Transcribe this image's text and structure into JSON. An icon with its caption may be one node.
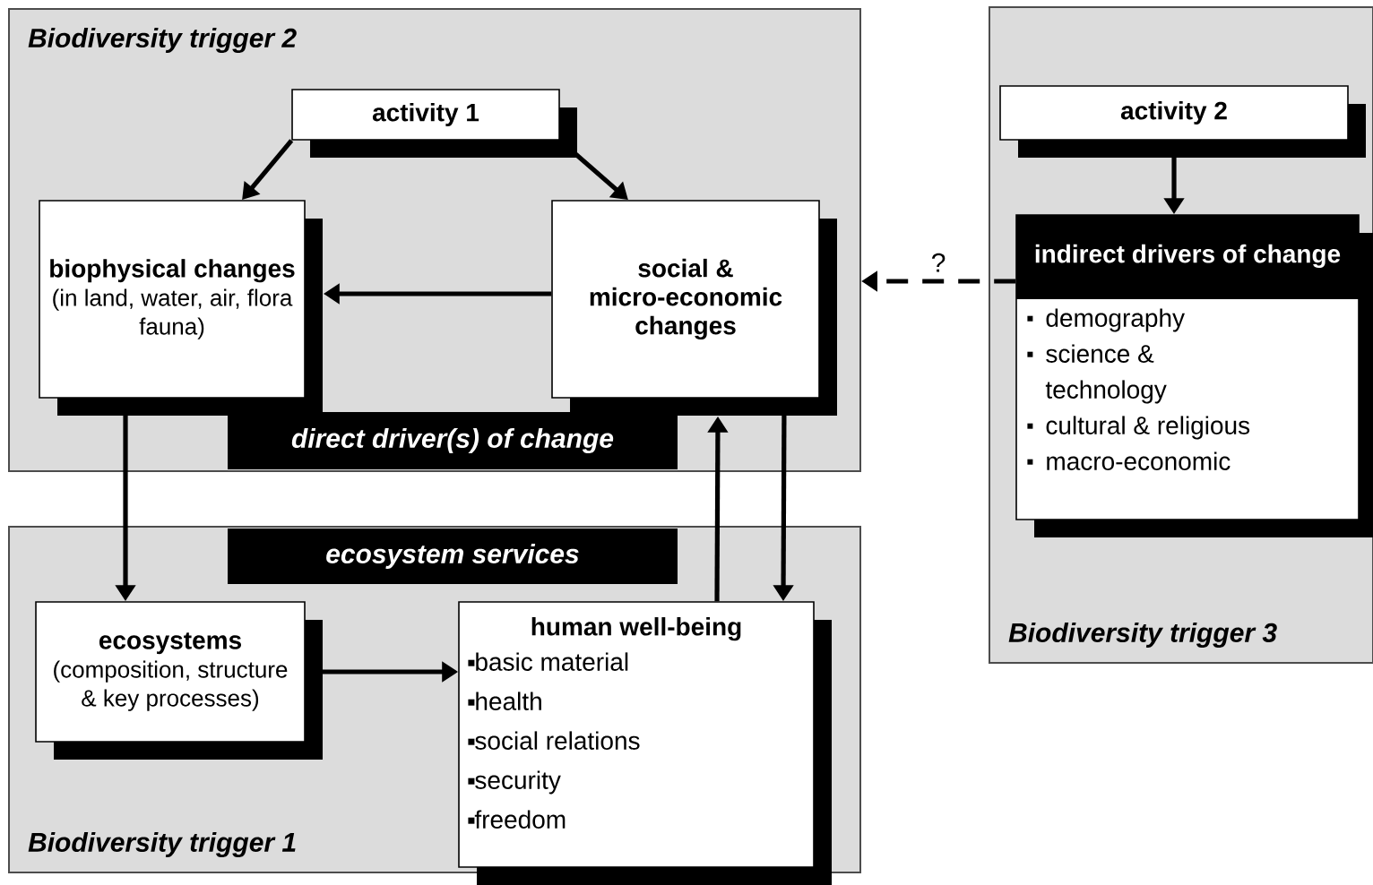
{
  "diagram": {
    "nodes": [
      {
        "text": [
          "Biodiversity trigger 2"
        ]
      },
      {
        "text": [
          "activity 1"
        ],
        "in": 0
      },
      {
        "text": [
          "biophysical changes",
          "(in land, water, air, flora fauna)"
        ],
        "in": 0
      },
      {
        "text": [
          "social & micro-economic changes"
        ],
        "in": 0
      },
      {
        "text": [
          "direct driver(s) of change"
        ],
        "in": 0
      },
      {
        "text": [
          "Biodiversity trigger 1"
        ]
      },
      {
        "text": [
          "ecosystem services"
        ],
        "in": 5
      },
      {
        "text": [
          "ecosystems",
          "(composition, structure & key processes)"
        ],
        "in": 5
      },
      {
        "text": [
          "human well-being",
          "basic material",
          "health",
          "social relations",
          "security",
          "freedom"
        ],
        "in": 5
      },
      {
        "text": [
          "Biodiversity trigger 3"
        ]
      },
      {
        "text": [
          "activity 2"
        ],
        "in": 9
      },
      {
        "text": [
          "indirect drivers of change",
          "demography",
          "science & technology",
          "cultural & religious",
          "macro-economic"
        ],
        "in": 9
      }
    ],
    "edges": [
      {
        "from": 1,
        "to": 2,
        "arrow": "to"
      },
      {
        "from": 1,
        "to": 3,
        "arrow": "to"
      },
      {
        "from": 3,
        "to": 2,
        "arrow": "to"
      },
      {
        "from": 2,
        "to": 7,
        "arrow": "to"
      },
      {
        "from": 8,
        "to": 3,
        "arrow": "to"
      },
      {
        "from": 3,
        "to": 8,
        "arrow": "to"
      },
      {
        "from": 7,
        "to": 8,
        "arrow": "to"
      },
      {
        "from": 10,
        "to": 11,
        "arrow": "to"
      },
      {
        "from": 11,
        "to": 0,
        "arrow": "to",
        "label": "?",
        "style": "dashed"
      }
    ]
  }
}
